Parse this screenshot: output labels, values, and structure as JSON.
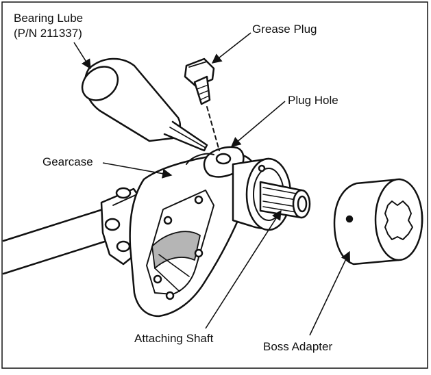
{
  "diagram": {
    "labels": {
      "bearing_lube_line1": "Bearing Lube",
      "bearing_lube_line2": "(P/N 211337)",
      "grease_plug": "Grease Plug",
      "plug_hole": "Plug Hole",
      "gearcase": "Gearcase",
      "attaching_shaft": "Attaching Shaft",
      "boss_adapter": "Boss Adapter"
    },
    "colors": {
      "ink": "#111111",
      "paper": "#ffffff",
      "shade": "#b5b5b5"
    }
  }
}
